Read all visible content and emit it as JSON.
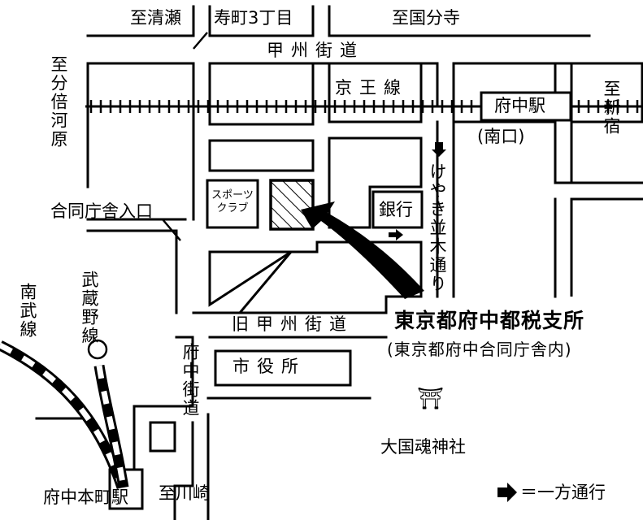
{
  "directions": {
    "kiyose": "至清瀬",
    "kokubunji": "至国分寺",
    "bubaigawara": "至分倍河原",
    "shinjuku": "至新宿",
    "kawasaki": "至川崎"
  },
  "roads": {
    "koshu_kaido": "甲州街道",
    "kyu_koshu_kaido": "旧甲州街道",
    "fuchu_kaido": "府中街道",
    "keyaki_namiki": "けやき並木通り",
    "kotobukicho": "寿町3丁目"
  },
  "railways": {
    "keio_line": "京王線",
    "nambu_line": "南武線",
    "musashino_line": "武蔵野線"
  },
  "stations": {
    "fuchu": "府中駅",
    "fuchu_south_exit": "(南口)",
    "fuchu_honmachi": "府中本町駅"
  },
  "landmarks": {
    "sports_club": "スポーツクラブ",
    "bank": "銀行",
    "city_hall": "市役所",
    "okunitama": "大国魂神社",
    "gov_entrance": "合同庁舎入口",
    "shrine_symbol": "⛩"
  },
  "destination": {
    "name": "東京都府中都税支所",
    "note": "(東京都府中合同庁舎内)"
  },
  "legend": {
    "label": "＝一方通行"
  }
}
